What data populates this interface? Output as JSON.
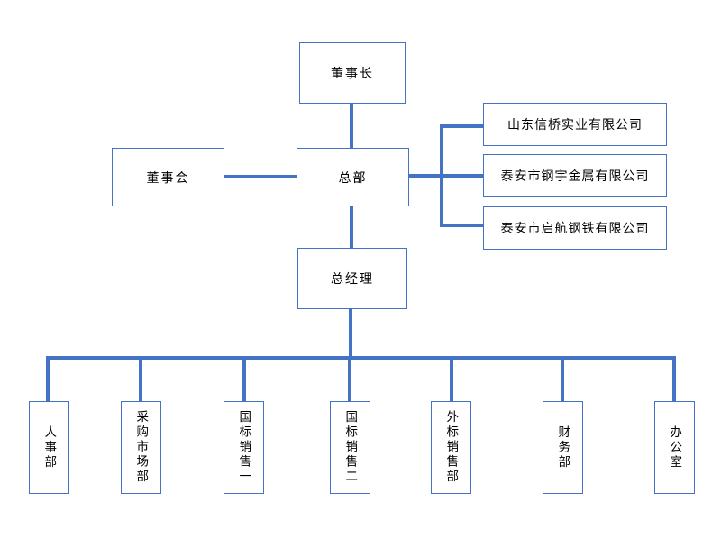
{
  "diagram": {
    "type": "org-chart",
    "background": "#FFFFFF",
    "line_color": "#4472C4",
    "border_color": "#4472C4",
    "text_color": "#000000",
    "nodes": {
      "chairman": "董事长",
      "board": "董事会",
      "headquarters": "总部",
      "general_manager": "总经理"
    },
    "subsidiaries": [
      {
        "label": "山东信桥实业有限公司"
      },
      {
        "label": "泰安市钢宇金属有限公司"
      },
      {
        "label": "泰安市启航钢铁有限公司"
      }
    ],
    "departments": [
      {
        "label": "人事部"
      },
      {
        "label": "采购市场部"
      },
      {
        "label": "国标销售一"
      },
      {
        "label": "国标销售二"
      },
      {
        "label": "外标销售部"
      },
      {
        "label": "财务部"
      },
      {
        "label": "办公室"
      }
    ],
    "hierarchy": {
      "top": "董事长",
      "center": "总部",
      "center_left": "董事会",
      "center_right_group": [
        "山东信桥实业有限公司",
        "泰安市钢宇金属有限公司",
        "泰安市启航钢铁有限公司"
      ],
      "middle": "总经理",
      "bottom_row": [
        "人事部",
        "采购市场部",
        "国标销售一",
        "国标销售二",
        "外标销售部",
        "财务部",
        "办公室"
      ]
    }
  }
}
